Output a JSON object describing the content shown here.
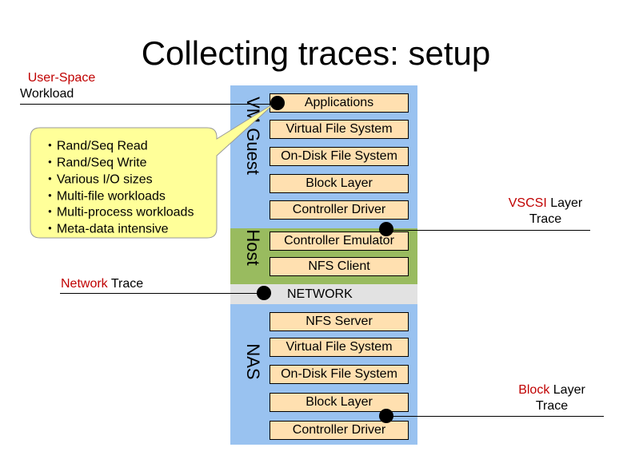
{
  "title": "Collecting traces: setup",
  "labels": {
    "vm_guest": "VM Guest",
    "host": "Host",
    "nas": "NAS",
    "network_band": "NETWORK"
  },
  "guest_layers": [
    "Applications",
    "Virtual File System",
    "On-Disk File System",
    "Block Layer",
    "Controller Driver"
  ],
  "host_layers": [
    "Controller Emulator",
    "NFS Client"
  ],
  "nas_layers": [
    "NFS Server",
    "Virtual File System",
    "On-Disk File System",
    "Block Layer",
    "Controller Driver"
  ],
  "traces": {
    "user_space": {
      "highlight": "User-Space",
      "rest": "Workload"
    },
    "network": {
      "highlight": "Network",
      "rest": " Trace"
    },
    "vscsi": {
      "highlight": "VSCSI",
      "rest1": " Layer",
      "rest2": "Trace"
    },
    "block": {
      "highlight": "Block",
      "rest1": " Layer",
      "rest2": "Trace"
    }
  },
  "workload_list": [
    "Rand/Seq Read",
    "Rand/Seq Write",
    "Various I/O sizes",
    "Multi-file workloads",
    "Multi-process workloads",
    "Meta-data intensive"
  ],
  "colors": {
    "guest_nas_bg": "#99c2f0",
    "host_bg": "#99bb5f",
    "network_bg": "#e2e2e2",
    "layer_box": "#ffe0b0",
    "callout_fill": "#ffff99",
    "highlight_text": "#c00000"
  }
}
